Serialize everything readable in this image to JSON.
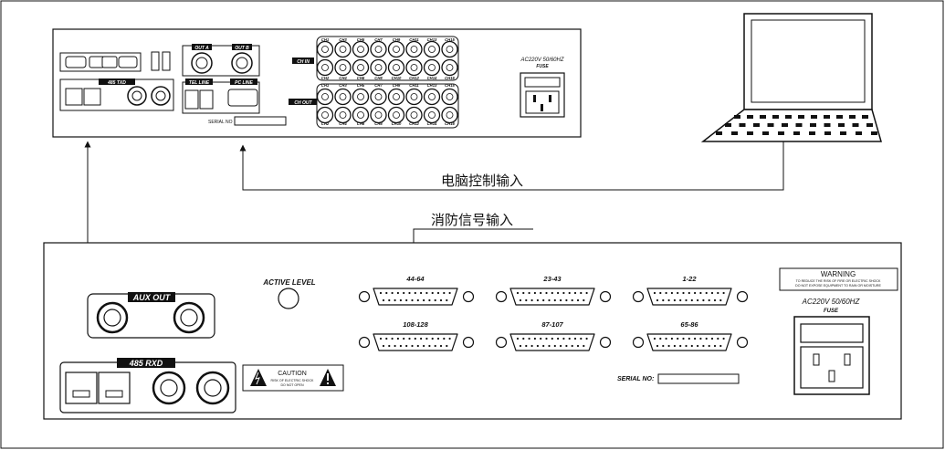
{
  "top_unit": {
    "out_a": "OUT A",
    "out_b": "OUT B",
    "ch_in": "CH IN",
    "ch_out": "CH OUT",
    "port_485_txd": "485 TXD",
    "tel_line": "TEL LINE",
    "pc_line": "PC LINE",
    "serial_no": "SERIAL NO",
    "power_rating": "AC220V 50/60HZ",
    "fuse": "FUSE",
    "ch_top_row": [
      "CH1",
      "CH3",
      "CH5",
      "CH7",
      "CH9",
      "CH11",
      "CH13",
      "CH15"
    ],
    "ch_mid_row": [
      "CH2",
      "CH4",
      "CH6",
      "CH8",
      "CH10",
      "CH12",
      "CH14",
      "CH16"
    ],
    "ch_out_top_row": [
      "CH1",
      "CH3",
      "CH5",
      "CH7",
      "CH9",
      "CH11",
      "CH13",
      "CH15"
    ],
    "ch_out_bottom_row": [
      "CH2",
      "CH4",
      "CH6",
      "CH8",
      "CH10",
      "CH12",
      "CH14",
      "CH16"
    ]
  },
  "bottom_unit": {
    "aux_out": "AUX OUT",
    "port_485_rxd": "485 RXD",
    "active_level": "ACTIVE LEVEL",
    "db_ranges_top": [
      "44-64",
      "23-43",
      "1-22"
    ],
    "db_ranges_bottom": [
      "108-128",
      "87-107",
      "65-86"
    ],
    "serial_no": "SERIAL NO:",
    "caution_title": "CAUTION",
    "caution_text_1": "RISK OF ELECTRIC SHOCK",
    "caution_text_2": "DO NOT OPEN",
    "warning_title": "WARNING",
    "warning_text_1": "TO REDUCE THE RISK OF FIRE OR ELECTRIC SHOCK",
    "warning_text_2": "DO NOT EXPOSE EQUIPMENT TO RAIN OR MOISTURE",
    "power_rating": "AC220V 50/60HZ",
    "fuse": "FUSE"
  },
  "labels": {
    "pc_control_input": "电脑控制输入",
    "fire_signal_input": "消防信号输入"
  },
  "colors": {
    "line": "#111111",
    "fill_dark": "#111111",
    "background": "#ffffff"
  }
}
